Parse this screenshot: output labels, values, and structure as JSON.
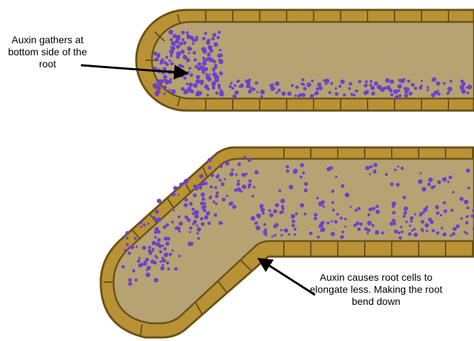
{
  "annotations": {
    "top": {
      "lines": [
        "Auxin gathers at",
        "bottom side of the",
        "root"
      ]
    },
    "bottom": {
      "lines": [
        "Auxin causes root cells to",
        "elongate less. Making the root",
        "bend down"
      ]
    }
  },
  "colors": {
    "background": "#ffffff",
    "cell_wall_outline": "#6b5218",
    "cell_wall_fill": "#b99235",
    "root_interior": "#b5a373",
    "auxin_dots": "#6f3fcf",
    "arrow": "#000000"
  }
}
